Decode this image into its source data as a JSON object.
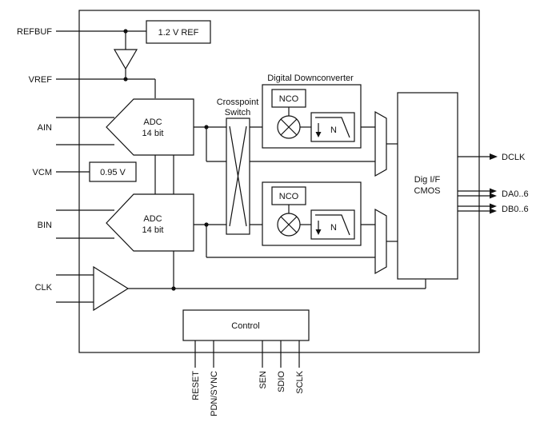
{
  "pins_left": {
    "refbuf": "REFBUF",
    "vref": "VREF",
    "ain": "AIN",
    "vcm": "VCM",
    "bin": "BIN",
    "clk": "CLK"
  },
  "pins_right": {
    "dclk": "DCLK",
    "da": "DA0..6",
    "db": "DB0..6"
  },
  "pins_bottom": {
    "reset": "RESET",
    "pdn_sync": "PDN/SYNC",
    "sen": "SEN",
    "sdio": "SDIO",
    "sclk": "SCLK"
  },
  "blocks": {
    "ref": "1.2 V REF",
    "vcm_value": "0.95 V",
    "adc_a": [
      "ADC",
      "14 bit"
    ],
    "adc_b": [
      "ADC",
      "14 bit"
    ],
    "crosspoint": [
      "Crosspoint",
      "Switch"
    ],
    "ddc_title": "Digital Downconverter",
    "nco_a": "NCO",
    "nco_b": "NCO",
    "filter_a": "N",
    "filter_b": "N",
    "dig_if": [
      "Dig I/F",
      "CMOS"
    ],
    "control": "Control"
  }
}
